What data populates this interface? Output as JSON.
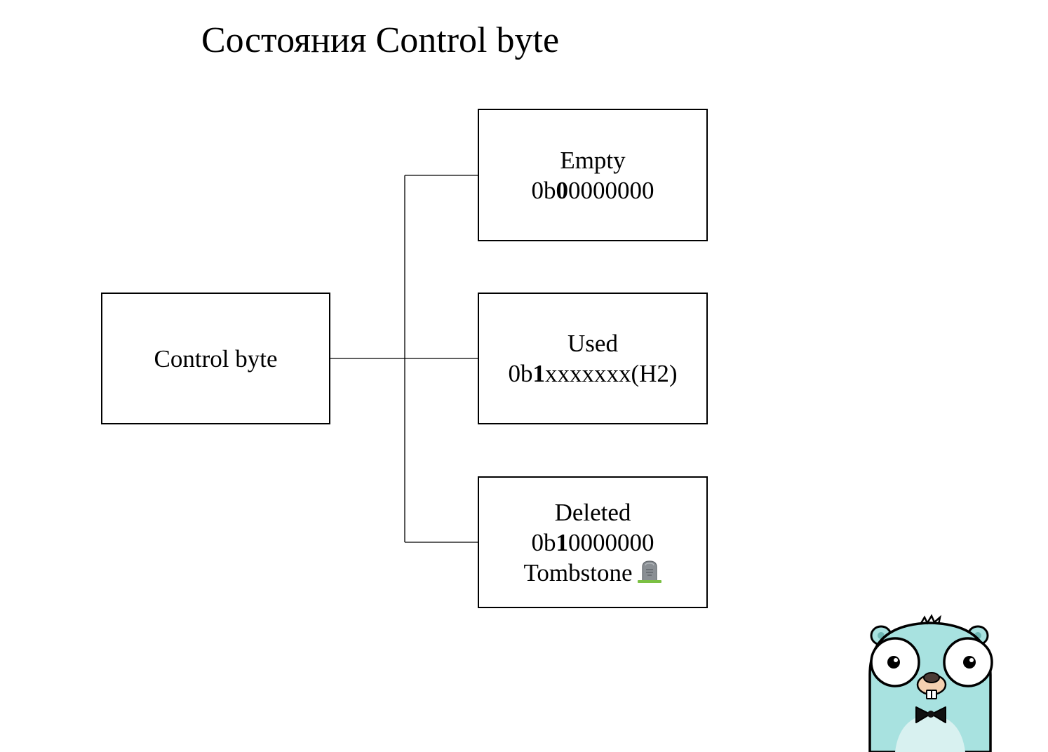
{
  "title": "Состояния Control byte",
  "root": {
    "label": "Control byte"
  },
  "states": {
    "empty": {
      "name": "Empty",
      "code_prefix": "0b",
      "code_bit": "0",
      "code_rest": "0000000"
    },
    "used": {
      "name": "Used",
      "code_prefix": "0b",
      "code_bit": "1",
      "code_rest": "xxxxxxx(H2)"
    },
    "deleted": {
      "name": "Deleted",
      "code_prefix": "0b",
      "code_bit": "1",
      "code_rest": "0000000",
      "note": "Tombstone",
      "note_icon": "tombstone-icon"
    }
  },
  "mascot": "gopher-mascot",
  "colors": {
    "gopher_body": "#A8E2E0",
    "gopher_outline": "#000000",
    "tomb_stone": "#8A8F94",
    "tomb_grass": "#7BC043"
  }
}
